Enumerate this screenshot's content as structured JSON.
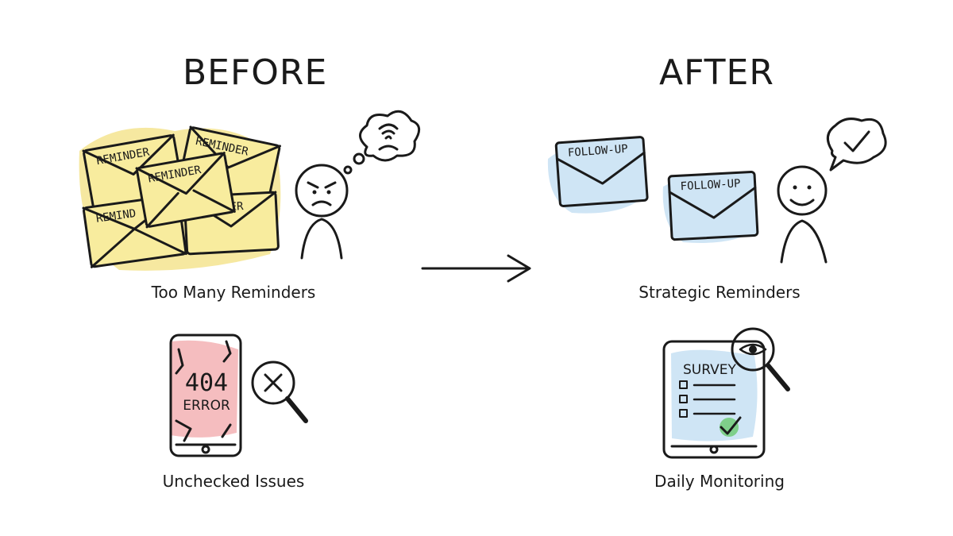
{
  "before": {
    "heading": "BEFORE",
    "reminder_label": "REMINDER",
    "reminder_label_left_cut": "REMIND",
    "reminder_label_right_cut": "NDER",
    "caption_top": "Too Many Reminders",
    "error_code": "404",
    "error_word": "ERROR",
    "caption_bottom": "Unchecked Issues",
    "highlight_color": "#f6e8a0",
    "alert_color": "#f4b6b8"
  },
  "after": {
    "heading": "AFTER",
    "followup_label": "FOLLOW-UP",
    "caption_top": "Strategic Reminders",
    "survey_label": "SURVEY",
    "caption_bottom": "Daily Monitoring",
    "highlight_color": "#cfe5f5",
    "check_color": "#7fcf8a"
  },
  "icons": {
    "transition": "arrow-right-icon",
    "frustrated": "frustrated-person-icon",
    "happy": "happy-person-icon"
  }
}
